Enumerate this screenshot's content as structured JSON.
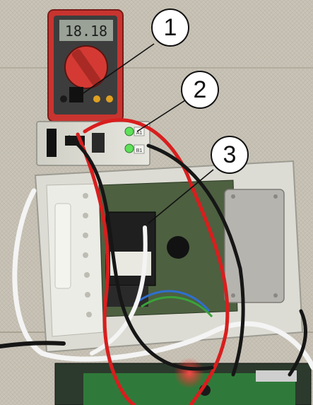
{
  "callouts": [
    {
      "label": "1"
    },
    {
      "label": "2"
    },
    {
      "label": "3"
    }
  ],
  "multimeter": {
    "display": "18.18"
  },
  "indicator_box": {
    "led_labels": [
      "A1",
      "B1"
    ],
    "led_color": "#5fe05a"
  },
  "colors": {
    "wall": "#c8c3b6",
    "enclosure": "#dcdcd4",
    "meter_body": "#c8342f",
    "red_wire": "#d81e1e",
    "black_wire": "#161616",
    "white_cable": "#f4f4f4",
    "pcb_green": "#2f7a3a"
  }
}
